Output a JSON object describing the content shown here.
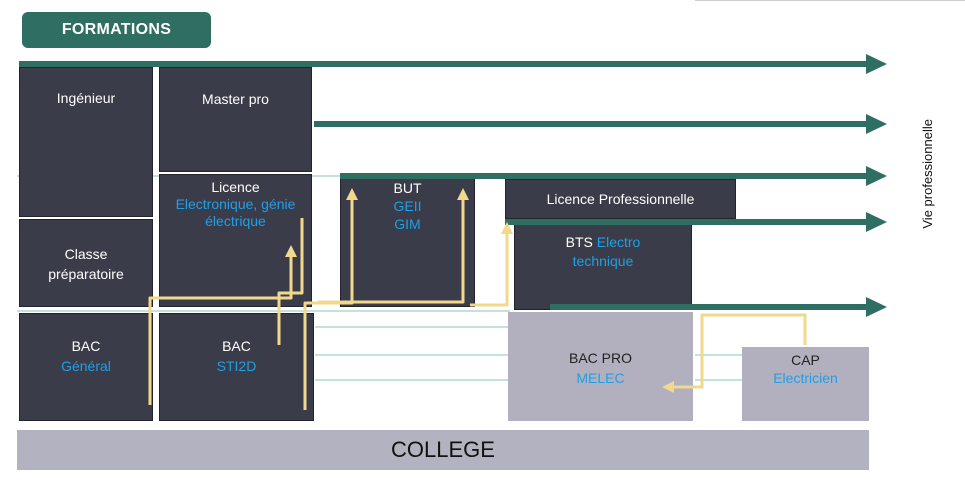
{
  "header": {
    "badge": "FORMATIONS"
  },
  "boxes": {
    "ingenieur": {
      "title": "Ingénieur"
    },
    "master": {
      "title": "Master pro"
    },
    "classe": {
      "title": "Classe\npréparatoire"
    },
    "licence": {
      "title": "Licence",
      "subtitle": "Electronique,  génie électrique"
    },
    "but": {
      "title": "BUT",
      "sub1": "GEII",
      "sub2": "GIM"
    },
    "licence_pro": {
      "title": "Licence Professionnelle"
    },
    "bts": {
      "title": "BTS",
      "subtitle_a": "Electro",
      "subtitle_b": "technique"
    },
    "bac_general": {
      "title": "BAC",
      "subtitle": "Général"
    },
    "bac_sti2d": {
      "title": "BAC",
      "subtitle": "STI2D"
    },
    "bac_pro": {
      "title": "BAC PRO",
      "subtitle": "MELEC"
    },
    "cap": {
      "title": "CAP",
      "subtitle": "Electricien"
    }
  },
  "college": {
    "label": "COLLEGE"
  },
  "vie_pro": {
    "label": "Vie professionnelle"
  },
  "colors": {
    "arrow": "#2f6f63",
    "path": "#f0d98c",
    "box": "#3b3c4a",
    "accent": "#1e9fe6",
    "vie": "#dff1ec"
  }
}
